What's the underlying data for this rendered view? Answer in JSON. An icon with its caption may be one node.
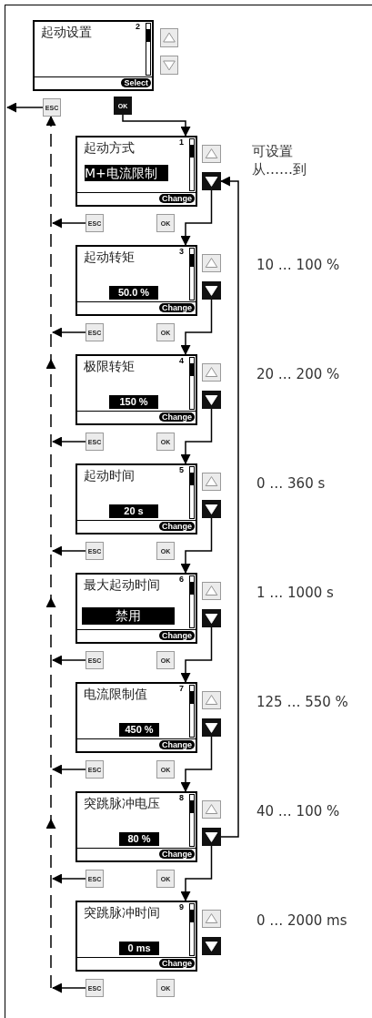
{
  "diagram": {
    "nodes": [
      {
        "text": [
          "起动设置",
          "2",
          "Select"
        ]
      },
      {
        "text": [
          "OK"
        ]
      },
      {
        "text": [
          "ESC"
        ]
      },
      {
        "text": [
          "起动方式",
          "1",
          "M+电流限制",
          "Change"
        ]
      },
      {
        "text": [],
        "shape": "box"
      },
      {
        "text": [
          "ESC"
        ]
      },
      {
        "text": [
          "OK"
        ]
      },
      {
        "text": [
          "起动转矩",
          "3",
          "50.0 %",
          "Change"
        ]
      },
      {
        "text": [],
        "shape": "box"
      },
      {
        "text": [
          "ESC"
        ]
      },
      {
        "text": [
          "OK"
        ]
      },
      {
        "text": [
          "极限转矩",
          "4",
          "150 %",
          "Change"
        ]
      },
      {
        "text": [],
        "shape": "box"
      },
      {
        "text": [
          "ESC"
        ]
      },
      {
        "text": [
          "OK"
        ]
      },
      {
        "text": [
          "起动时间",
          "5",
          "20 s",
          "Change"
        ]
      },
      {
        "text": [],
        "shape": "box"
      },
      {
        "text": [
          "ESC"
        ]
      },
      {
        "text": [
          "OK"
        ]
      },
      {
        "text": [
          "最大起动时间",
          "6",
          "禁用",
          "Change"
        ]
      },
      {
        "text": [],
        "shape": "box"
      },
      {
        "text": [
          "ESC"
        ]
      },
      {
        "text": [
          "OK"
        ]
      },
      {
        "text": [
          "电流限制值",
          "7",
          "450 %",
          "Change"
        ]
      },
      {
        "text": [],
        "shape": "box"
      },
      {
        "text": [
          "ESC"
        ]
      },
      {
        "text": [
          "OK"
        ]
      },
      {
        "text": [
          "突跳脉冲电压",
          "8",
          "80 %",
          "Change"
        ]
      },
      {
        "text": [],
        "shape": "box"
      },
      {
        "text": [
          "ESC"
        ]
      },
      {
        "text": [
          "OK"
        ]
      },
      {
        "text": [
          "突跳脉冲时间",
          "9",
          "0 ms",
          "Change"
        ]
      },
      {
        "text": [],
        "shape": "box"
      },
      {
        "text": [
          "ESC"
        ]
      },
      {
        "text": [
          "OK"
        ]
      }
    ],
    "edges": [
      {
        "from": 1,
        "to": 3,
        "arrow": "to"
      },
      {
        "from": 2,
        "to": null,
        "arrow": "to"
      },
      {
        "from": null,
        "to": 2,
        "arrow": "to",
        "style": "dashed"
      },
      {
        "from": 4,
        "to": 7,
        "arrow": "to"
      },
      {
        "from": 8,
        "to": 11,
        "arrow": "to"
      },
      {
        "from": 12,
        "to": 15,
        "arrow": "to"
      },
      {
        "from": 16,
        "to": 19,
        "arrow": "to"
      },
      {
        "from": 20,
        "to": 23,
        "arrow": "to"
      },
      {
        "from": 24,
        "to": 27,
        "arrow": "to"
      },
      {
        "from": 28,
        "to": 31,
        "arrow": "to"
      },
      {
        "from": 28,
        "to": 4,
        "arrow": "to"
      },
      {
        "from": 5,
        "to": null,
        "arrow": "to"
      },
      {
        "from": 9,
        "to": null,
        "arrow": "to"
      },
      {
        "from": 13,
        "to": null,
        "arrow": "to"
      },
      {
        "from": 17,
        "to": null,
        "arrow": "to"
      },
      {
        "from": 21,
        "to": null,
        "arrow": "to"
      },
      {
        "from": 25,
        "to": null,
        "arrow": "to"
      },
      {
        "from": 29,
        "to": null,
        "arrow": "to"
      },
      {
        "from": 33,
        "to": null,
        "arrow": "to"
      }
    ],
    "labels": [
      "可设置",
      "从……到",
      "10 … 100 %",
      "20 … 200 %",
      "0 … 360 s",
      "1 … 1000 s",
      "125 … 550 %",
      "40 … 100 %",
      "0 … 2000 ms"
    ]
  }
}
